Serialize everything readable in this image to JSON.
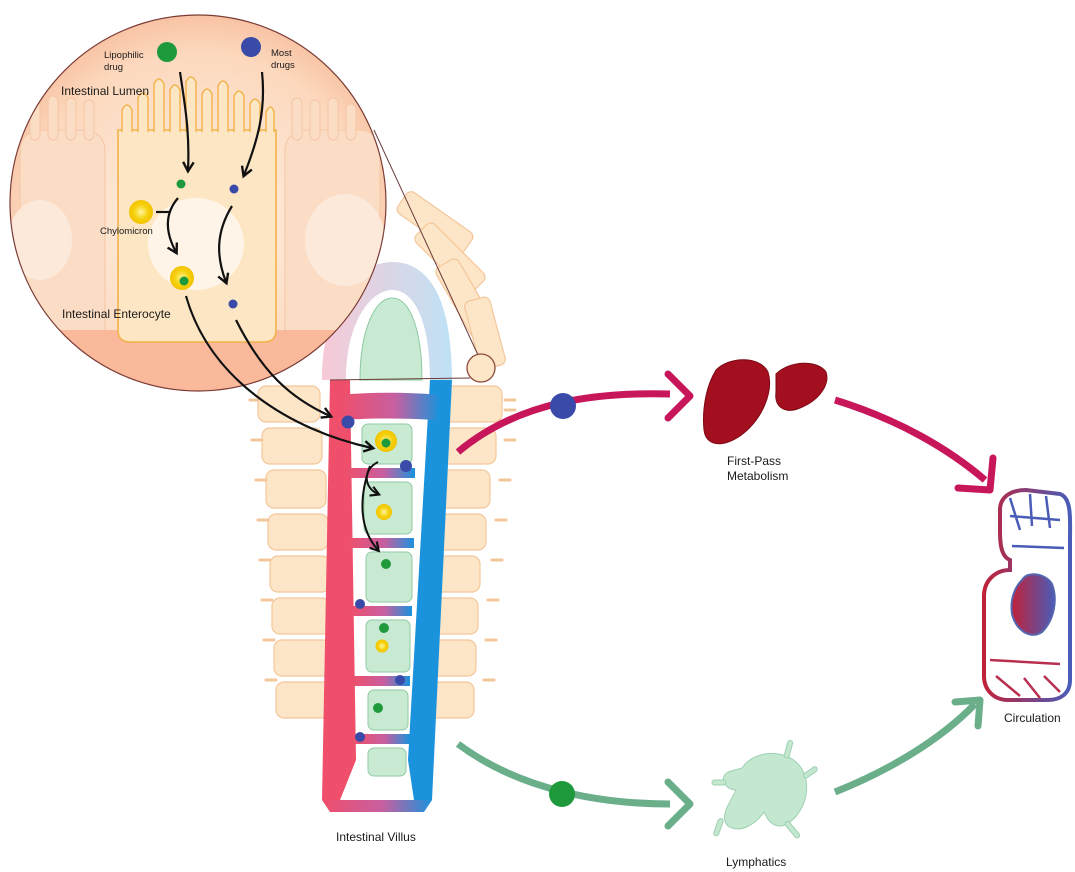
{
  "labels": {
    "intestinal_lumen": "Intestinal Lumen",
    "intestinal_enterocyte": "Intestinal Enterocyte",
    "lipophilic_drug_line1": "Lipophilic",
    "lipophilic_drug_line2": "drug",
    "most_drugs_line1": "Most",
    "most_drugs_line2": "drugs",
    "chylomicron": "Chylomicron",
    "first_pass_line1": "First-Pass",
    "first_pass_line2": "Metabolism",
    "circulation": "Circulation",
    "lymphatics": "Lymphatics",
    "intestinal_villus": "Intestinal Villus"
  },
  "colors": {
    "blood_red": "#e8506a",
    "blood_blue": "#1e8fd6",
    "portal_arrow": "#c8165a",
    "lymph_arrow": "#6aae8a",
    "drug_blue": "#3a4aa8",
    "drug_green": "#1e9a3c",
    "chylomicron_yellow": "#f5d10a",
    "liver": "#a30f1e",
    "lymph_node": "#c3e8cf",
    "cell_peach": "#fde6c8",
    "heart_outline": "#5566b0"
  }
}
